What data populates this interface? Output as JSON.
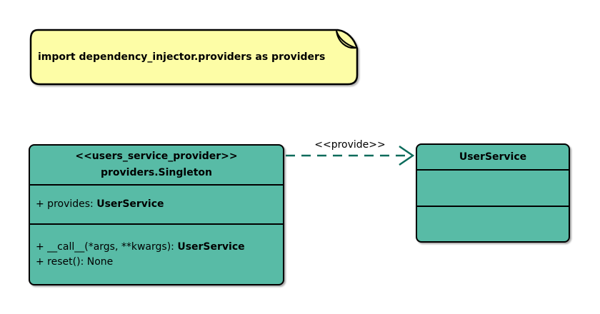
{
  "note": {
    "text": "import dependency_injector.providers as providers"
  },
  "provider_class": {
    "stereotype": "<<users_service_provider>>",
    "name": "providers.Singleton",
    "attributes": [
      {
        "prefix": "+ provides: ",
        "type": "UserService"
      }
    ],
    "methods": [
      {
        "prefix": "+ __call__(*args, **kwargs): ",
        "type": "UserService"
      },
      {
        "prefix": "+ reset(): None",
        "type": ""
      }
    ]
  },
  "service_class": {
    "name": "UserService"
  },
  "relation": {
    "label": "<<provide>>",
    "style": "dashed-open-arrow"
  },
  "colors": {
    "class_fill": "#58BBA6",
    "note_fill": "#FDFDA6",
    "note_fold": "#DBDB8C",
    "arrow": "#0B6B5B",
    "border": "#000000",
    "text": "#000000",
    "background": "#FFFFFF"
  }
}
